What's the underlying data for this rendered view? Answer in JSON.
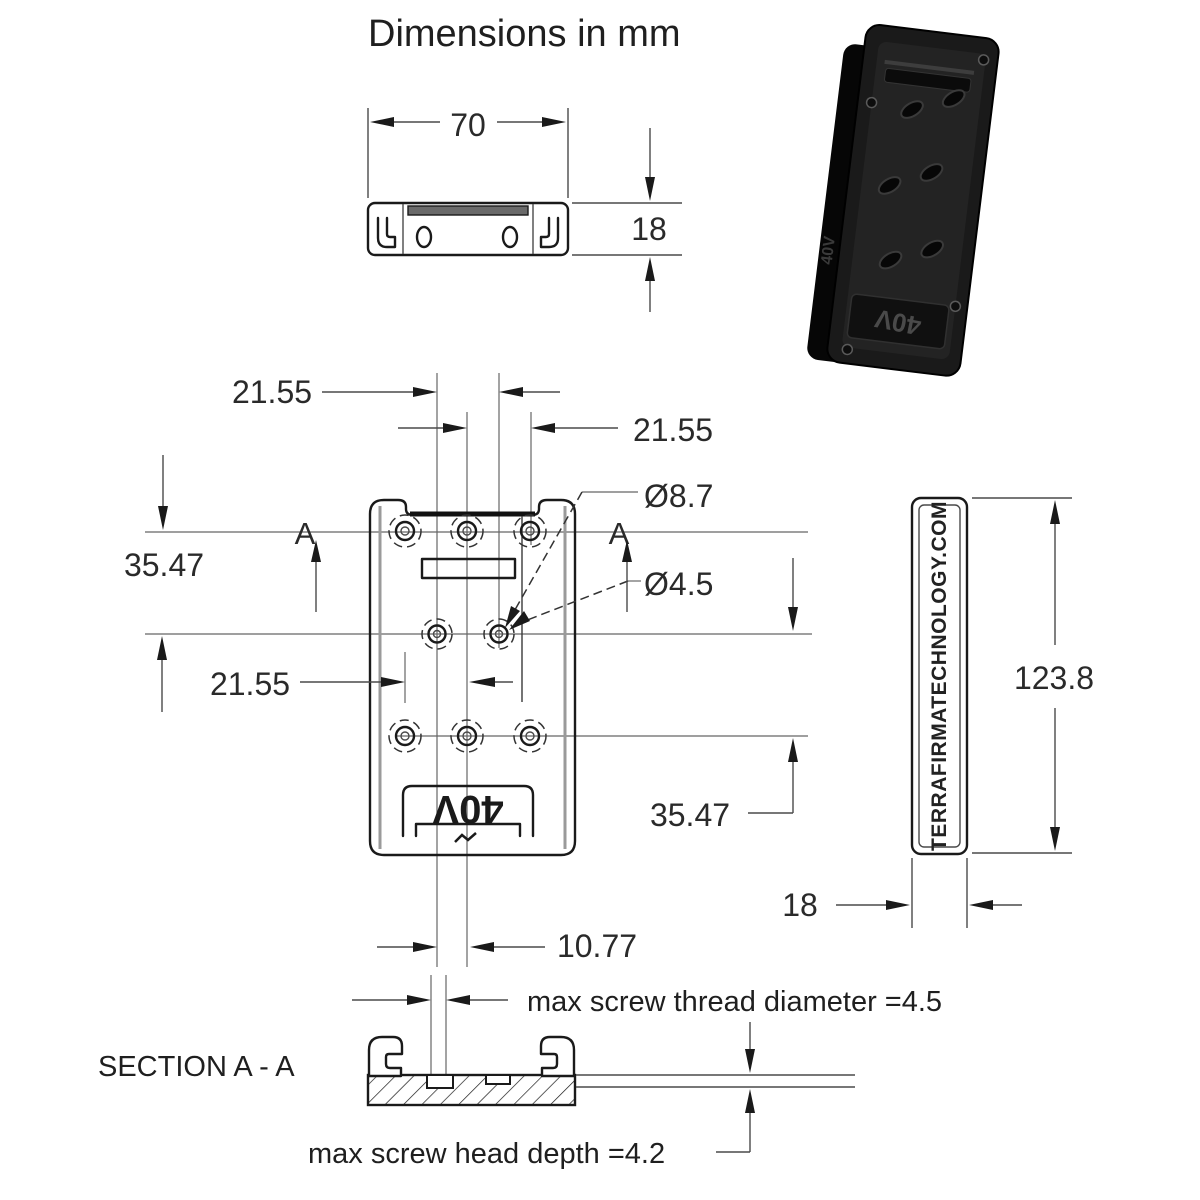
{
  "title": "Dimensions in mm",
  "colors": {
    "line": "#1a1a1a",
    "dimension": "#3a3a3a",
    "photo_body": "#1a1a1a",
    "background": "#ffffff"
  },
  "top_view": {
    "width_dim": "70",
    "height_dim": "18"
  },
  "front_view": {
    "dim_top_left": "21.55",
    "dim_top_right": "21.55",
    "dim_mid_left": "21.55",
    "dim_left_vert": "35.47",
    "dim_right_vert": "35.47",
    "dia_counterbore": "Ø8.7",
    "dia_hole": "Ø4.5",
    "dim_bottom": "10.77",
    "section_marker_left": "A",
    "section_marker_right": "A",
    "embossed_label": "40V"
  },
  "side_view": {
    "embossed_text": "TERRAFIRMATECHNOLOGY.COM",
    "height_dim": "123.8",
    "width_dim": "18"
  },
  "section_view": {
    "label": "SECTION A - A",
    "note_thread": "max screw thread diameter =4.5",
    "note_head": "max screw head depth =4.2"
  },
  "photo": {
    "embossed_label": "40V"
  }
}
